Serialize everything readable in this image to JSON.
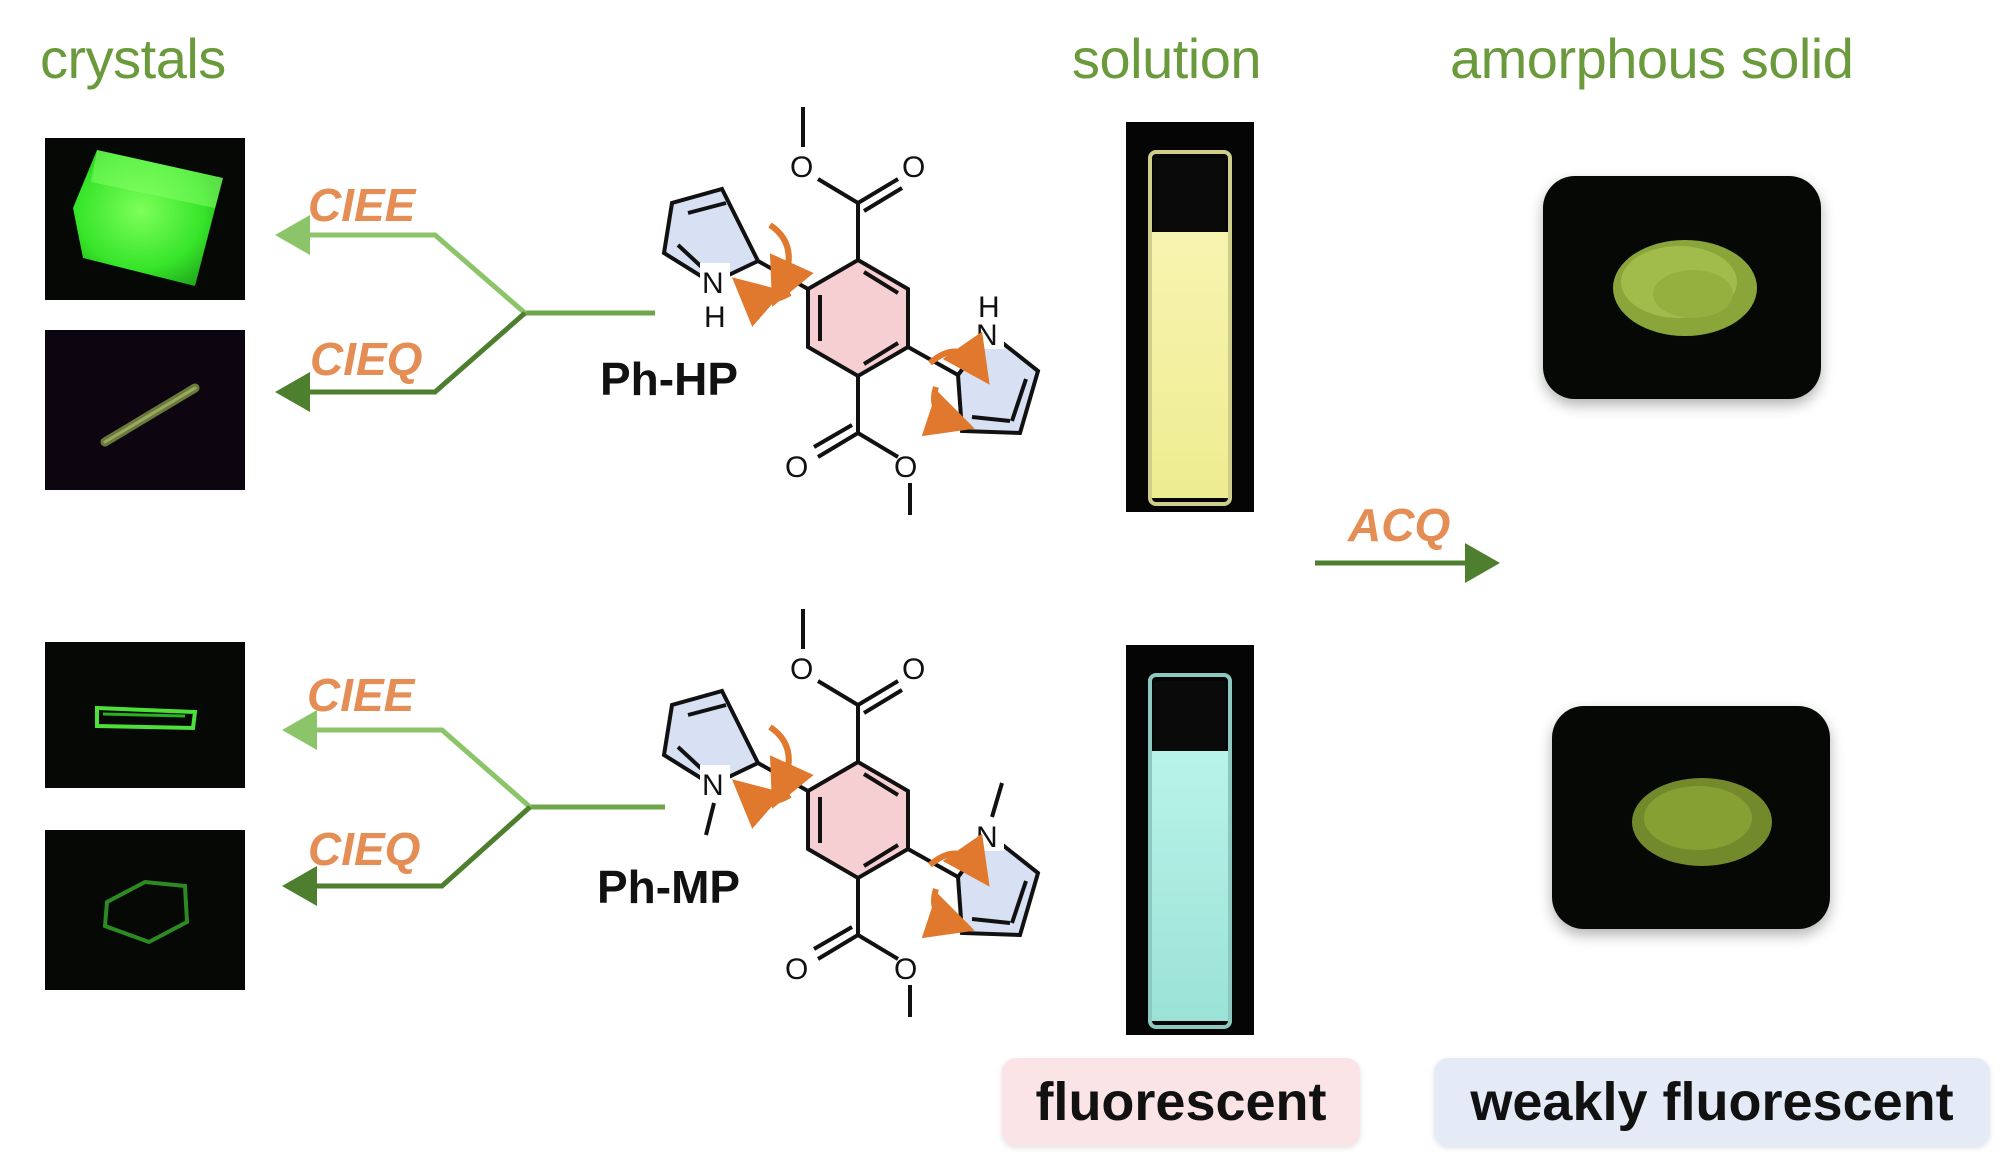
{
  "headings": {
    "crystals": "crystals",
    "solution": "solution",
    "amorphous": "amorphous solid"
  },
  "top": {
    "compound": "Ph-HP",
    "branch_upper": "CIEE",
    "branch_lower": "CIEQ"
  },
  "bottom": {
    "compound": "Ph-MP",
    "branch_upper": "CIEE",
    "branch_lower": "CIEQ"
  },
  "acq_label": "ACQ",
  "solution_state": "fluorescent",
  "solid_state": "weakly fluorescent",
  "atoms": {
    "nh": "N",
    "h": "H",
    "o": "O",
    "n": "N"
  },
  "colors": {
    "heading_green": "#6a9a3c",
    "arrow_light_green": "#8cc46a",
    "arrow_dark_green": "#4e7f2e",
    "orange_label": "#e48d54",
    "benzene_fill": "#f6cfd3",
    "pyrrole_fill": "#d7e1f3",
    "pill_pink": "#fbe4e6",
    "pill_blue": "#e4ebf6"
  }
}
